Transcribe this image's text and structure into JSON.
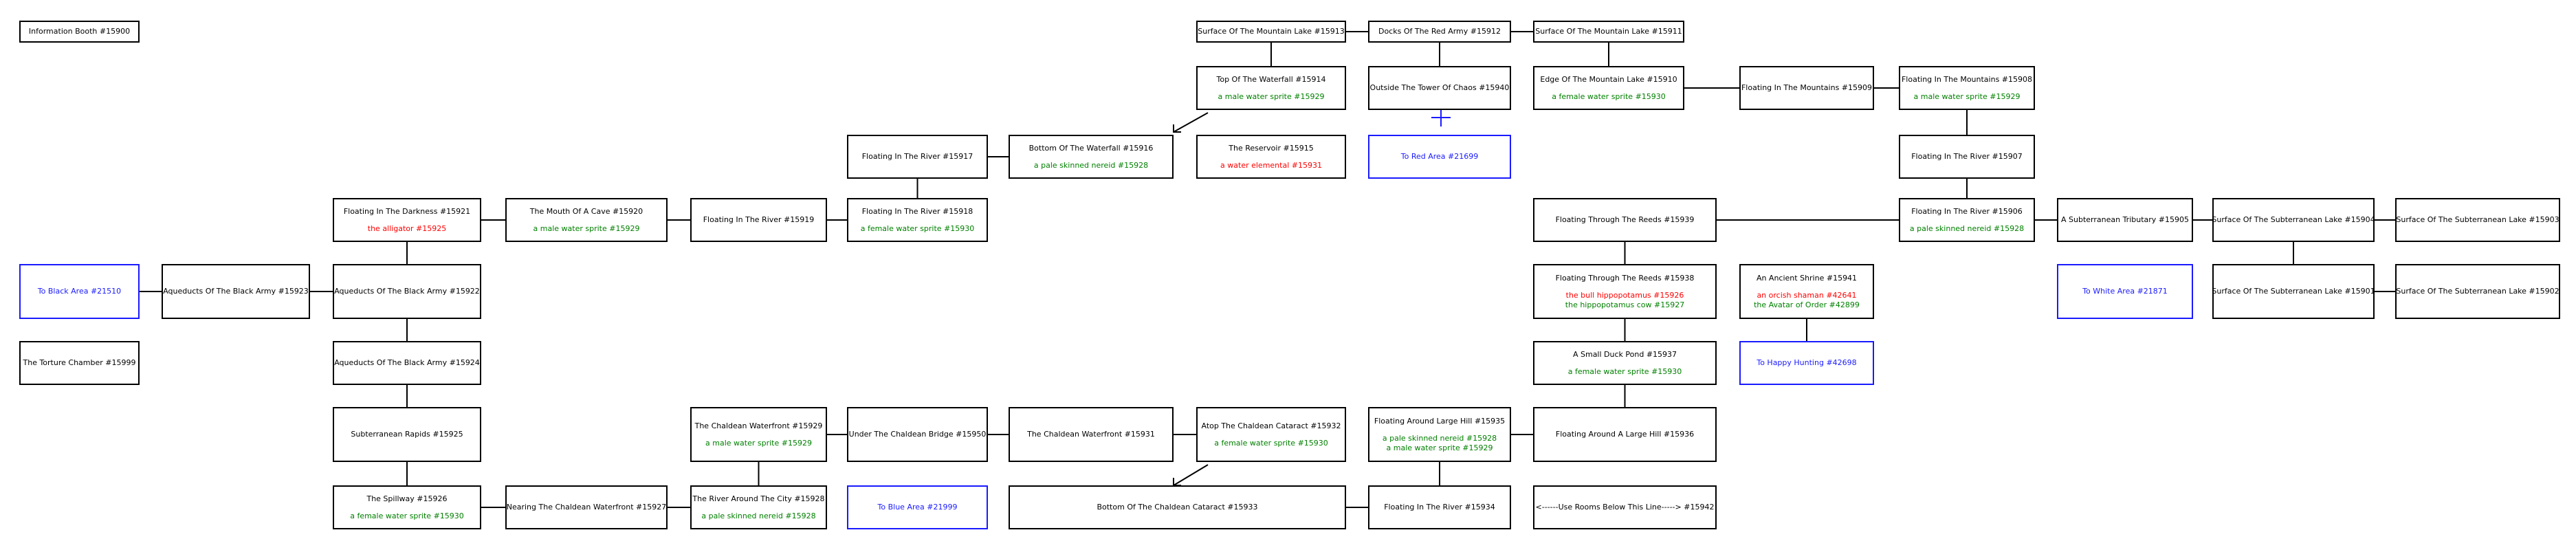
{
  "map": {
    "rooms": [
      {
        "id": "r15900",
        "name": "Information Booth #15900",
        "npcs": []
      },
      {
        "id": "r15913",
        "name": "Surface Of The Mountain Lake #15913",
        "npcs": []
      },
      {
        "id": "r15912",
        "name": "Docks Of The Red Army #15912",
        "npcs": []
      },
      {
        "id": "r15911",
        "name": "Surface Of The Mountain Lake #15911",
        "npcs": []
      },
      {
        "id": "r15914",
        "name": "Top Of The Waterfall #15914",
        "npcs": [
          {
            "text": "a male water sprite #15929",
            "status": "friendly"
          }
        ]
      },
      {
        "id": "r15940",
        "name": "Outside The Tower Of Chaos #15940",
        "npcs": []
      },
      {
        "id": "r15910",
        "name": "Edge Of The Mountain Lake #15910",
        "npcs": [
          {
            "text": "a female water sprite #15930",
            "status": "friendly"
          }
        ]
      },
      {
        "id": "r15909",
        "name": "Floating In The Mountains #15909",
        "npcs": []
      },
      {
        "id": "r15908",
        "name": "Floating In The Mountains #15908",
        "npcs": [
          {
            "text": "a male water sprite #15929",
            "status": "friendly"
          }
        ]
      },
      {
        "id": "r15917",
        "name": "Floating In The River #15917",
        "npcs": []
      },
      {
        "id": "r15916",
        "name": "Bottom Of The Waterfall #15916",
        "npcs": [
          {
            "text": "a pale skinned nereid #15928",
            "status": "friendly"
          }
        ]
      },
      {
        "id": "r15915",
        "name": "The Reservoir #15915",
        "npcs": [
          {
            "text": "a water elemental #15931",
            "status": "hostile"
          }
        ]
      },
      {
        "id": "red21699",
        "name": "To Red Area #21699",
        "link": true,
        "npcs": []
      },
      {
        "id": "r15907",
        "name": "Floating In The River #15907",
        "npcs": []
      },
      {
        "id": "r15921",
        "name": "Floating In The Darkness #15921",
        "npcs": [
          {
            "text": "the alligator #15925",
            "status": "hostile"
          }
        ]
      },
      {
        "id": "r15920",
        "name": "The Mouth Of A Cave #15920",
        "npcs": [
          {
            "text": "a male water sprite #15929",
            "status": "friendly"
          }
        ]
      },
      {
        "id": "r15919",
        "name": "Floating In The River #15919",
        "npcs": []
      },
      {
        "id": "r15918",
        "name": "Floating In The River #15918",
        "npcs": [
          {
            "text": "a female water sprite #15930",
            "status": "friendly"
          }
        ]
      },
      {
        "id": "r15939",
        "name": "Floating Through The Reeds #15939",
        "npcs": []
      },
      {
        "id": "r15906",
        "name": "Floating In The River #15906",
        "npcs": [
          {
            "text": "a pale skinned nereid #15928",
            "status": "friendly"
          }
        ]
      },
      {
        "id": "r15905",
        "name": "A Subterranean Tributary #15905",
        "npcs": []
      },
      {
        "id": "r15904",
        "name": "Surface Of The Subterranean Lake #15904",
        "npcs": []
      },
      {
        "id": "r15903",
        "name": "Surface Of The Subterranean Lake #15903",
        "npcs": []
      },
      {
        "id": "black21510",
        "name": "To Black Area #21510",
        "link": true,
        "npcs": []
      },
      {
        "id": "r15923",
        "name": "Aqueducts Of The Black Army #15923",
        "npcs": []
      },
      {
        "id": "r15922",
        "name": "Aqueducts Of The Black Army #15922",
        "npcs": []
      },
      {
        "id": "r15938",
        "name": "Floating Through The Reeds #15938",
        "npcs": [
          {
            "text": "the bull hippopotamus #15926",
            "status": "hostile"
          },
          {
            "text": "the hippopotamus cow #15927",
            "status": "friendly"
          }
        ]
      },
      {
        "id": "r15941",
        "name": "An Ancient Shrine #15941",
        "npcs": [
          {
            "text": "an orcish shaman #42641",
            "status": "hostile"
          },
          {
            "text": "the Avatar of Order #42899",
            "status": "friendly"
          }
        ]
      },
      {
        "id": "white21871",
        "name": "To White Area #21871",
        "link": true,
        "npcs": []
      },
      {
        "id": "r15901",
        "name": "Surface Of The Subterranean Lake #15901",
        "npcs": []
      },
      {
        "id": "r15902",
        "name": "Surface Of The Subterranean Lake #15902",
        "npcs": []
      },
      {
        "id": "r15999",
        "name": "The Torture Chamber #15999",
        "npcs": []
      },
      {
        "id": "r15924",
        "name": "Aqueducts Of The Black Army #15924",
        "npcs": []
      },
      {
        "id": "r15937",
        "name": "A Small Duck Pond #15937",
        "npcs": [
          {
            "text": "a female water sprite #15930",
            "status": "friendly"
          }
        ]
      },
      {
        "id": "hunting42698",
        "name": "To Happy Hunting #42698",
        "link": true,
        "npcs": []
      },
      {
        "id": "r15925",
        "name": "Subterranean Rapids #15925",
        "npcs": []
      },
      {
        "id": "r15929",
        "name": "The Chaldean Waterfront #15929",
        "npcs": [
          {
            "text": "a male water sprite #15929",
            "status": "friendly"
          }
        ]
      },
      {
        "id": "r15950",
        "name": "Under The Chaldean Bridge #15950",
        "npcs": []
      },
      {
        "id": "r15931",
        "name": "The Chaldean Waterfront #15931",
        "npcs": []
      },
      {
        "id": "r15932",
        "name": "Atop The Chaldean Cataract #15932",
        "npcs": [
          {
            "text": "a female water sprite #15930",
            "status": "friendly"
          }
        ]
      },
      {
        "id": "r15935",
        "name": "Floating Around Large Hill #15935",
        "npcs": [
          {
            "text": "a pale skinned nereid #15928",
            "status": "friendly"
          },
          {
            "text": "a male water sprite #15929",
            "status": "friendly"
          }
        ]
      },
      {
        "id": "r15936",
        "name": "Floating Around A Large Hill #15936",
        "npcs": []
      },
      {
        "id": "r15926",
        "name": "The Spillway #15926",
        "npcs": [
          {
            "text": "a female water sprite #15930",
            "status": "friendly"
          }
        ]
      },
      {
        "id": "r15927",
        "name": "Nearing The Chaldean Waterfront #15927",
        "npcs": []
      },
      {
        "id": "r15928",
        "name": "The River Around The City #15928",
        "npcs": [
          {
            "text": "a pale skinned nereid #15928",
            "status": "friendly"
          }
        ]
      },
      {
        "id": "blue21999",
        "name": "To Blue Area #21999",
        "link": true,
        "npcs": []
      },
      {
        "id": "r15933",
        "name": "Bottom Of The Chaldean Cataract #15933",
        "npcs": []
      },
      {
        "id": "r15934",
        "name": "Floating In The River #15934",
        "npcs": []
      },
      {
        "id": "r15942",
        "name": "<------Use Rooms Below This Line-----> #15942",
        "npcs": []
      }
    ],
    "connections": [
      [
        "r15913",
        "r15912"
      ],
      [
        "r15912",
        "r15911"
      ],
      [
        "r15913",
        "r15914"
      ],
      [
        "r15912",
        "r15940"
      ],
      [
        "r15911",
        "r15910"
      ],
      [
        "r15910",
        "r15909"
      ],
      [
        "r15909",
        "r15908"
      ],
      [
        "r15908",
        "r15907"
      ],
      [
        "r15907",
        "r15906"
      ],
      [
        "r15906",
        "r15939"
      ],
      [
        "r15906",
        "r15905"
      ],
      [
        "r15905",
        "r15904"
      ],
      [
        "r15904",
        "r15903"
      ],
      [
        "r15904",
        "r15901"
      ],
      [
        "r15901",
        "r15902"
      ],
      [
        "r15939",
        "r15938"
      ],
      [
        "r15938",
        "r15937"
      ],
      [
        "r15937",
        "r15936"
      ],
      [
        "r15941",
        "hunting42698"
      ],
      [
        "r15917",
        "r15916"
      ],
      [
        "r15917",
        "r15918"
      ],
      [
        "r15918",
        "r15919"
      ],
      [
        "r15919",
        "r15920"
      ],
      [
        "r15920",
        "r15921"
      ],
      [
        "r15921",
        "r15922"
      ],
      [
        "r15922",
        "r15923"
      ],
      [
        "r15923",
        "black21510"
      ],
      [
        "r15922",
        "r15924"
      ],
      [
        "r15924",
        "r15925"
      ],
      [
        "r15925",
        "r15926"
      ],
      [
        "r15926",
        "r15927"
      ],
      [
        "r15927",
        "r15928"
      ],
      [
        "r15928",
        "r15929"
      ],
      [
        "r15929",
        "r15950"
      ],
      [
        "r15950",
        "r15931"
      ],
      [
        "r15931",
        "r15932"
      ],
      [
        "r15935",
        "r15936"
      ],
      [
        "r15935",
        "r15934"
      ],
      [
        "r15934",
        "r15933"
      ]
    ]
  }
}
